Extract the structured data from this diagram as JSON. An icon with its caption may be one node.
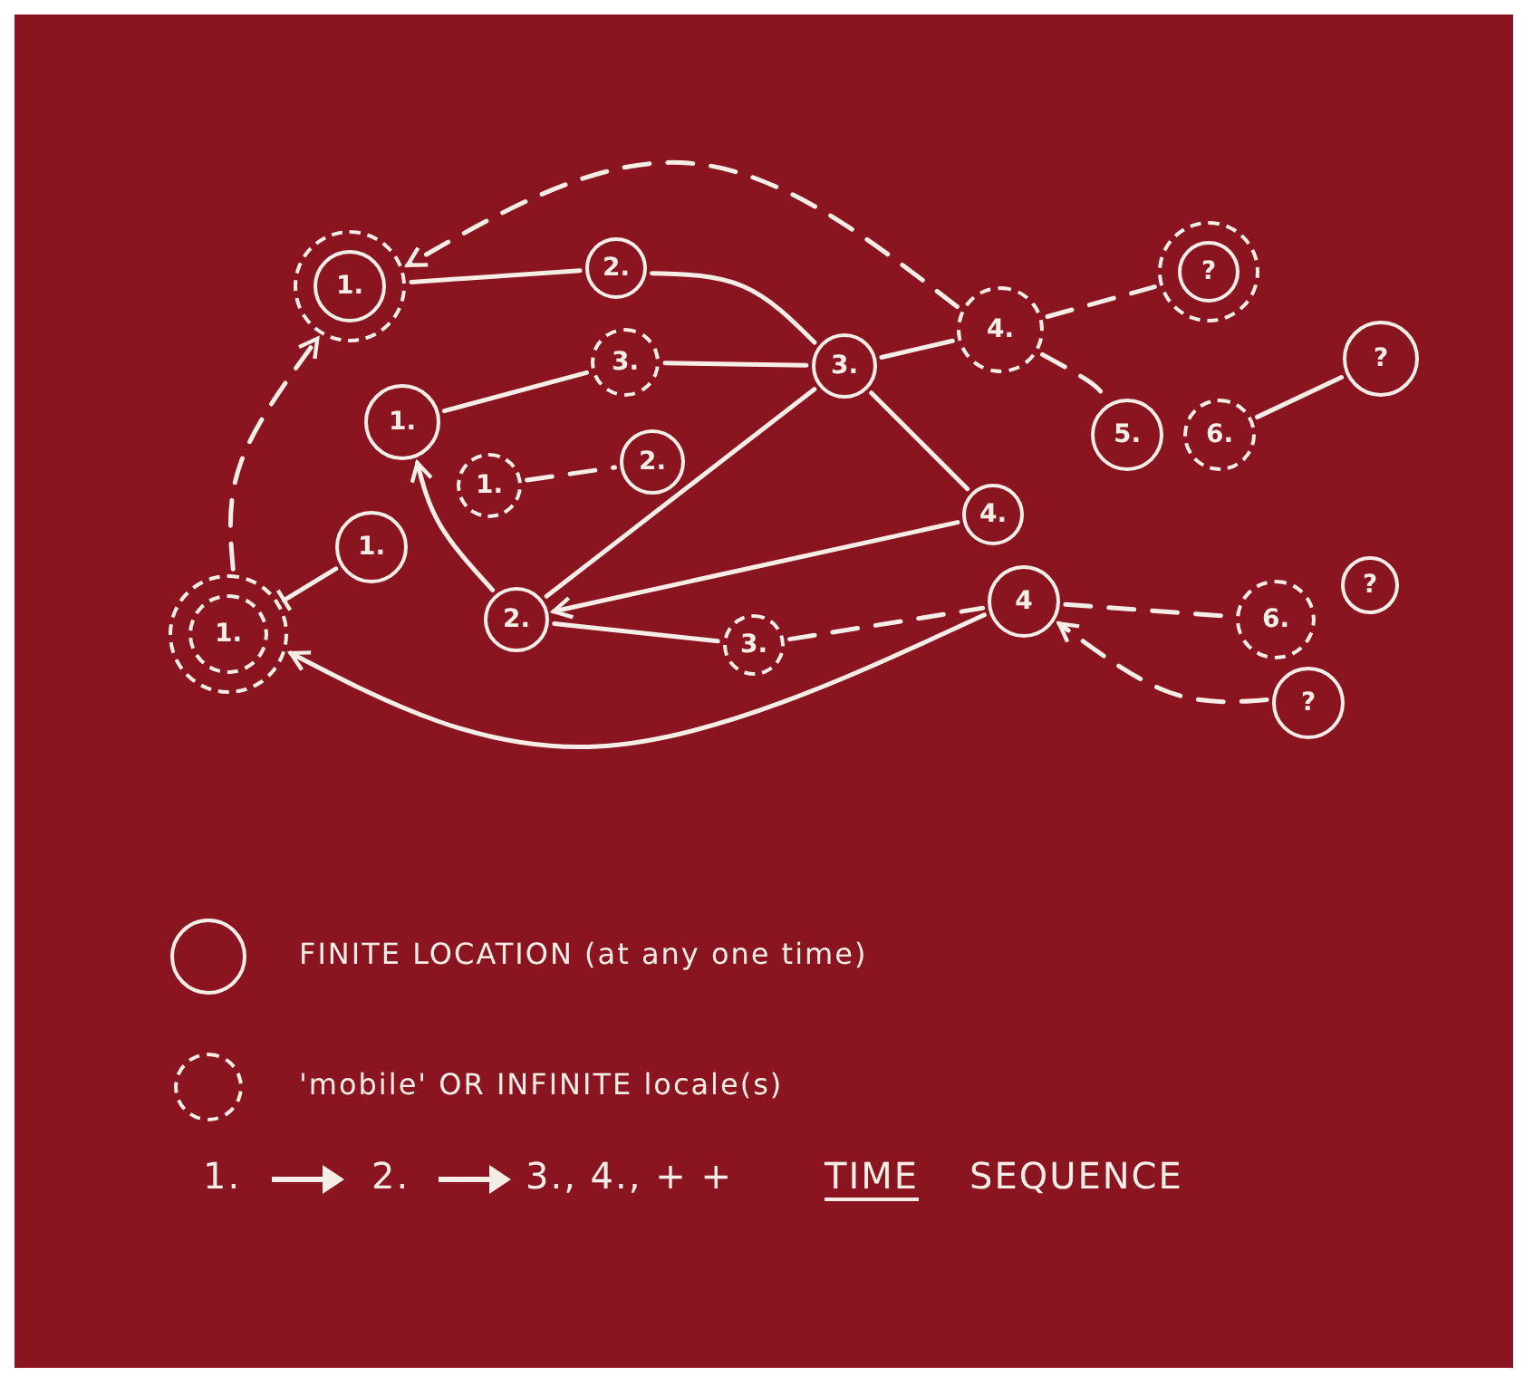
{
  "diagram": {
    "nodes": [
      {
        "text": [
          "1."
        ]
      },
      {
        "text": [
          "2."
        ]
      },
      {
        "text": [
          "1."
        ]
      },
      {
        "text": [
          "3."
        ]
      },
      {
        "text": [
          "3."
        ]
      },
      {
        "text": [
          "4."
        ]
      },
      {
        "text": [
          "?"
        ]
      },
      {
        "text": [
          "1."
        ]
      },
      {
        "text": [
          "2."
        ]
      },
      {
        "text": [
          "1."
        ]
      },
      {
        "text": [
          "5."
        ]
      },
      {
        "text": [
          "6."
        ]
      },
      {
        "text": [
          "?"
        ]
      },
      {
        "text": [
          "4."
        ]
      },
      {
        "text": [
          "1."
        ]
      },
      {
        "text": [
          "2."
        ]
      },
      {
        "text": [
          "3."
        ]
      },
      {
        "text": [
          "4"
        ]
      },
      {
        "text": [
          "6."
        ]
      },
      {
        "text": [
          "?"
        ]
      },
      {
        "text": [
          "?"
        ]
      }
    ],
    "edges": [
      {
        "from": 5,
        "to": 0,
        "arrow": "to",
        "style": "dashed"
      },
      {
        "from": 14,
        "to": 0,
        "arrow": "to",
        "style": "dashed"
      },
      {
        "from": 0,
        "to": 1,
        "arrow": "none"
      },
      {
        "from": 1,
        "to": 4,
        "arrow": "none"
      },
      {
        "from": 2,
        "to": 3,
        "arrow": "none"
      },
      {
        "from": 3,
        "to": 4,
        "arrow": "none"
      },
      {
        "from": 4,
        "to": 5,
        "arrow": "none"
      },
      {
        "from": 5,
        "to": 6,
        "arrow": "none",
        "style": "dashed"
      },
      {
        "from": 5,
        "to": 10,
        "arrow": "none",
        "style": "dashed"
      },
      {
        "from": 11,
        "to": 12,
        "arrow": "none"
      },
      {
        "from": 7,
        "to": 8,
        "arrow": "none",
        "style": "dashed"
      },
      {
        "from": 15,
        "to": 2,
        "arrow": "to"
      },
      {
        "from": 14,
        "to": 9,
        "arrow": "other"
      },
      {
        "from": 15,
        "to": 4,
        "arrow": "none"
      },
      {
        "from": 13,
        "to": 15,
        "arrow": "to"
      },
      {
        "from": 4,
        "to": 13,
        "arrow": "none"
      },
      {
        "from": 15,
        "to": 16,
        "arrow": "none"
      },
      {
        "from": 16,
        "to": 17,
        "arrow": "none",
        "style": "dashed"
      },
      {
        "from": 17,
        "to": 18,
        "arrow": "none",
        "style": "dashed"
      },
      {
        "from": 20,
        "to": 17,
        "arrow": "to",
        "style": "dashed"
      },
      {
        "from": 17,
        "to": 14,
        "arrow": "to"
      }
    ],
    "labels": [
      "1.",
      "2.",
      "3., 4., + +",
      "TIME",
      "SEQUENCE"
    ],
    "legend": [
      {
        "text": "FINITE LOCATION (at any one time)"
      },
      {
        "text": "'mobile' OR INFINITE locale(s)"
      }
    ]
  }
}
